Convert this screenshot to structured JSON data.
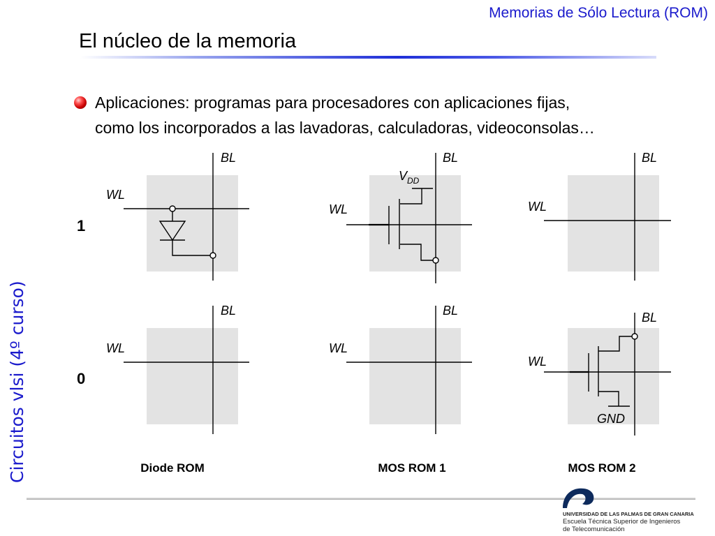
{
  "header": {
    "title": "Memorias de Sólo Lectura (ROM)"
  },
  "slide": {
    "title": "El núcleo de la memoria",
    "bullet_line1": "Aplicaciones: programas para procesadores con aplicaciones fijas,",
    "bullet_line2": "como los incorporados a las lavadoras, calculadoras, videoconsolas…"
  },
  "side_label": "Circuitos vlsi (4º curso)",
  "diagram": {
    "row_labels": [
      "1",
      "0"
    ],
    "bitline_label": "BL",
    "wordline_label": "WL",
    "vdd_label": "V",
    "vdd_subscript": "DD",
    "gnd_label": "GND",
    "column_labels": [
      "Diode ROM",
      "MOS ROM 1",
      "MOS ROM 2"
    ]
  },
  "footer": {
    "university": "UNIVERSIDAD DE LAS PALMAS DE GRAN CANARIA",
    "school_line1": "Escuela Técnica Superior de Ingenieros",
    "school_line2": "de Telecomunicación"
  },
  "colors": {
    "accent_blue": "#1a1acc",
    "cell_gray": "#e3e3e3",
    "bullet_red": "#c80000"
  }
}
